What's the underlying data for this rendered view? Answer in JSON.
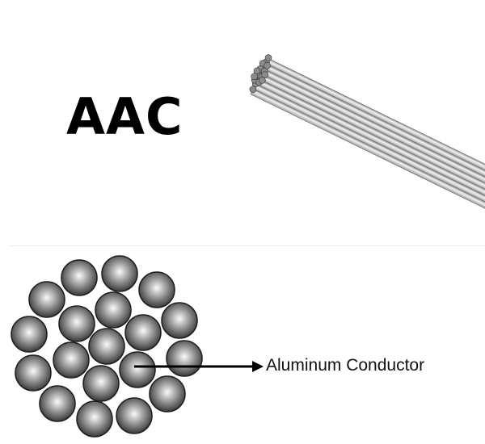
{
  "title": "AAC",
  "cross_section": {
    "label": "Aluminum Conductor",
    "strand_count": 19
  },
  "colors": {
    "strand_dark": "#2a2a2a",
    "strand_light": "#f5f5f5",
    "cable_silver": "#b8b8b8"
  }
}
